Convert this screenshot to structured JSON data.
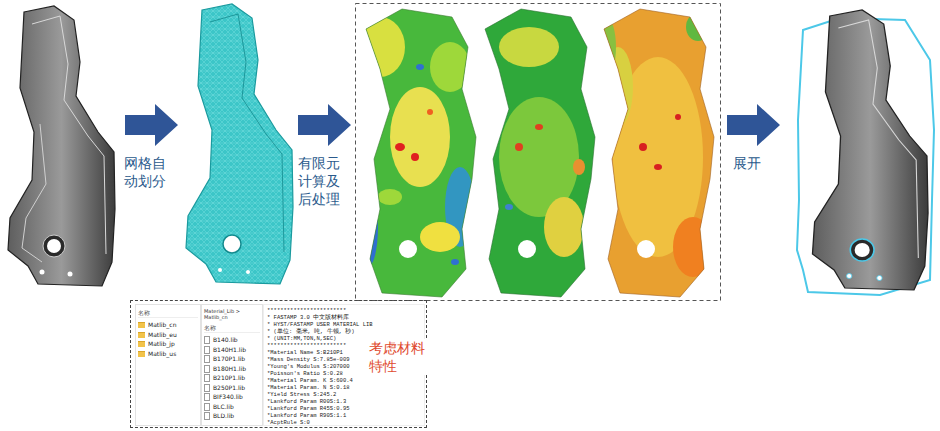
{
  "diagram": {
    "nodes": [
      {
        "text": [
          "考虑材料特性"
        ]
      },
      {
        "text": [
          "名称",
          "Matlib_cn",
          "Matlib_eu",
          "Matlib_jp",
          "Matlib_us"
        ],
        "in": 0
      },
      {
        "text": [
          "Material_Lib > Matlib_cn",
          "名称",
          "B140.lib",
          "B140H1.lib",
          "B170P1.lib",
          "B180H1.lib",
          "B210P1.lib",
          "B250P1.lib",
          "BIF340.lib",
          "BLC.lib",
          "BLD.lib"
        ],
        "in": 0
      },
      {
        "text": [
          "************************",
          "* FASTAMP 3.0 中文版材料库",
          "* HYST/FASTAMP USER MATERIAL LIB",
          "* (单位: 毫米, 吨, 牛顿, 秒)",
          "* (UNIT:MM,TON,N,SEC)",
          "************************",
          "*Material Name S:B210P1",
          "*Mass Density S:7.85e-009",
          "*Young's Modulus S:207000",
          "*Poisson's Ratio S:0.28",
          "*Material Param. K S:600.4",
          "*Material Param. N S:0.18",
          "*Yield Stress S:245.2",
          "*Lankford Param R00S:1.3",
          "*Lankford Param R45S:0.95",
          "*Lankford Param R90S:1.1",
          "*AcptRule S:0"
        ],
        "in": 0
      }
    ],
    "labels": [
      "网格自动划分",
      "有限元计算及后处理",
      "展开"
    ]
  }
}
